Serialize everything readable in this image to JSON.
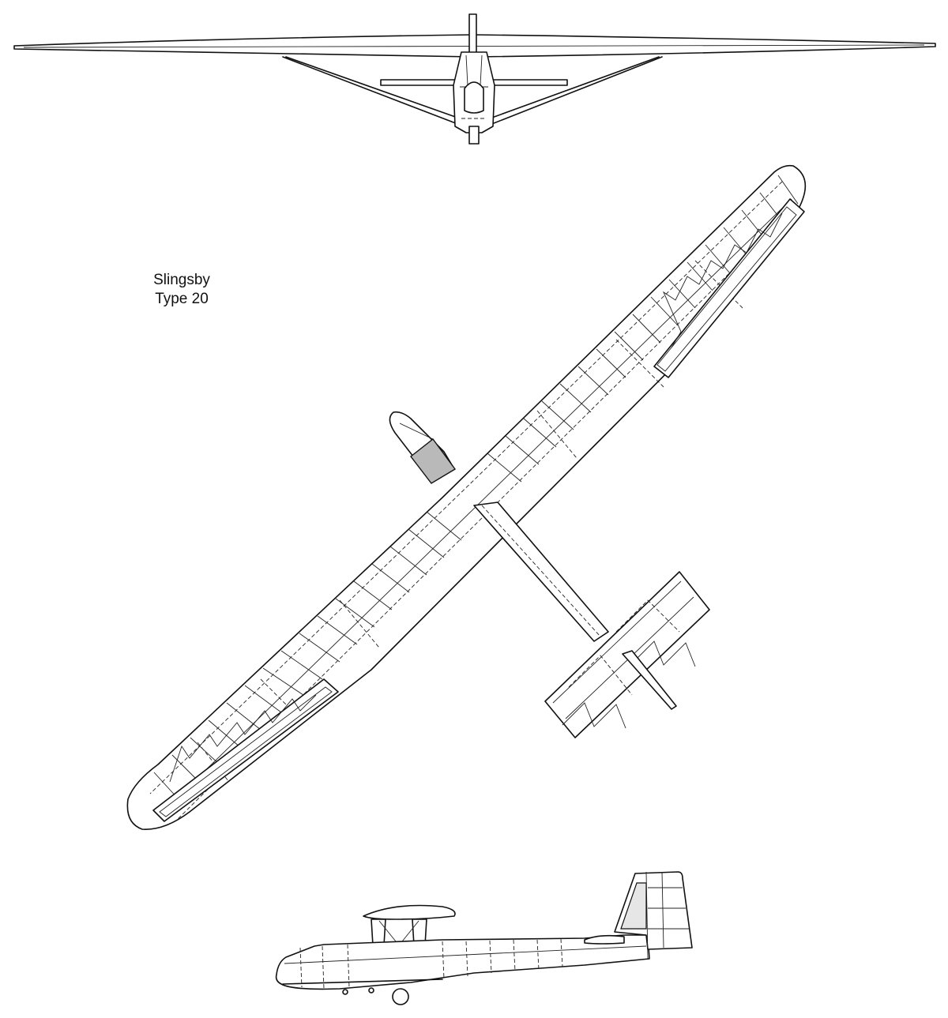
{
  "caption": {
    "line1": "Slingsby",
    "line2": "Type 20"
  },
  "views": [
    "front-view",
    "plan-view",
    "side-view"
  ],
  "colors": {
    "line": "#111111",
    "shade": "#b9b9b9",
    "background": "#ffffff"
  }
}
